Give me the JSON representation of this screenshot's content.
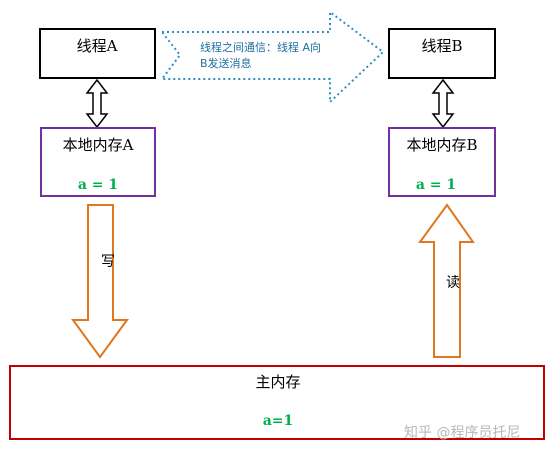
{
  "thread_a": {
    "label": "线程A"
  },
  "thread_b": {
    "label": "线程B"
  },
  "local_mem_a": {
    "label": "本地内存A",
    "value": "a = 1"
  },
  "local_mem_b": {
    "label": "本地内存B",
    "value": "a = 1"
  },
  "message": {
    "line1": "线程之间通信：线程 A向",
    "line2": "B发送消息"
  },
  "write_label": "写",
  "read_label": "读",
  "main_memory": {
    "label": "主内存",
    "value": "a=1"
  },
  "watermark": "知乎 @程序员托尼",
  "colors": {
    "thread_border": "#000000",
    "local_mem_border": "#7030a0",
    "main_mem_border": "#c00000",
    "value_text": "#00b050",
    "message_arrow": "#2e8fc4",
    "message_text": "#1f6f9f",
    "write_read_arrow": "#e07820"
  }
}
